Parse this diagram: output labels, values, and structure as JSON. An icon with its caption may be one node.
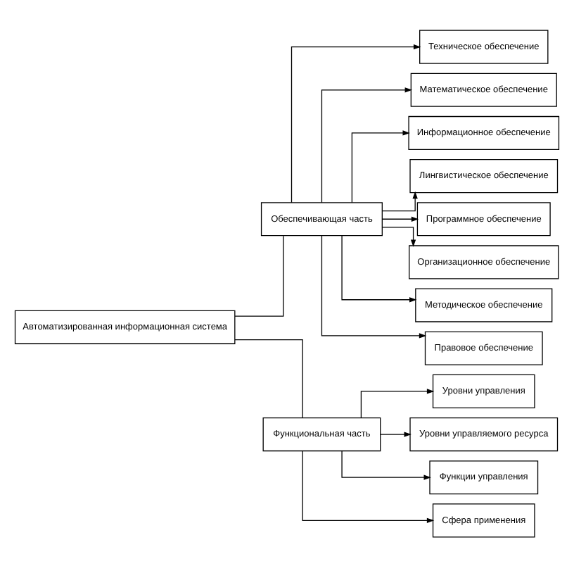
{
  "diagram": {
    "nodes": [
      {
        "text": [
          "Автоматизированная информационная система"
        ]
      },
      {
        "text": [
          "Обеспечивающая часть"
        ]
      },
      {
        "text": [
          "Функциональная часть"
        ]
      },
      {
        "text": [
          "Техническое обеспечение"
        ]
      },
      {
        "text": [
          "Математическое обеспечение"
        ]
      },
      {
        "text": [
          "Информационное обеспечение"
        ]
      },
      {
        "text": [
          "Лингвистическое обеспечение"
        ]
      },
      {
        "text": [
          "Программное обеспечение"
        ]
      },
      {
        "text": [
          "Организационное обеспечение"
        ]
      },
      {
        "text": [
          "Методическое обеспечение"
        ]
      },
      {
        "text": [
          "Правовое обеспечение"
        ]
      },
      {
        "text": [
          "Уровни управления"
        ]
      },
      {
        "text": [
          "Уровни управляемого ресурса"
        ]
      },
      {
        "text": [
          "Функции управления"
        ]
      },
      {
        "text": [
          "Сфера применения"
        ]
      }
    ],
    "edges": [
      {
        "from": 0,
        "to": 1,
        "arrow": "none"
      },
      {
        "from": 0,
        "to": 2,
        "arrow": "none"
      },
      {
        "from": 1,
        "to": 3,
        "arrow": "to"
      },
      {
        "from": 1,
        "to": 4,
        "arrow": "to"
      },
      {
        "from": 1,
        "to": 5,
        "arrow": "to"
      },
      {
        "from": 1,
        "to": 6,
        "arrow": "to"
      },
      {
        "from": 1,
        "to": 7,
        "arrow": "to"
      },
      {
        "from": 1,
        "to": 8,
        "arrow": "to"
      },
      {
        "from": 1,
        "to": 9,
        "arrow": "to"
      },
      {
        "from": 1,
        "to": 10,
        "arrow": "to"
      },
      {
        "from": 2,
        "to": 11,
        "arrow": "to"
      },
      {
        "from": 2,
        "to": 12,
        "arrow": "to"
      },
      {
        "from": 2,
        "to": 13,
        "arrow": "to"
      },
      {
        "from": 2,
        "to": 14,
        "arrow": "to"
      }
    ]
  }
}
